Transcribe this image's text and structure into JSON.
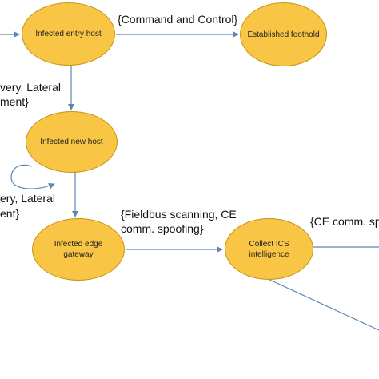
{
  "colors": {
    "node_fill": "#F8C644",
    "node_stroke": "#C49414",
    "edge": "#5B86B8"
  },
  "nodes": {
    "infected_entry_host": "Infected entry host",
    "established_foothold": "Established foothold",
    "infected_new_host": "Infected new host",
    "infected_edge_gateway": "Infected edge gateway",
    "collect_ics_intelligence": "Collect ICS intelligence"
  },
  "edge_labels": {
    "command_and_control": "{Command and Control}",
    "discovery_lateral_1_line1": "very, Lateral",
    "discovery_lateral_1_line2": "ment}",
    "discovery_lateral_2_line1": "ery, Lateral",
    "discovery_lateral_2_line2": "ent}",
    "fieldbus_line1": "{Fieldbus scanning, CE",
    "fieldbus_line2": "comm. spoofing}",
    "ce_comm_partial": "{CE comm. sp"
  }
}
